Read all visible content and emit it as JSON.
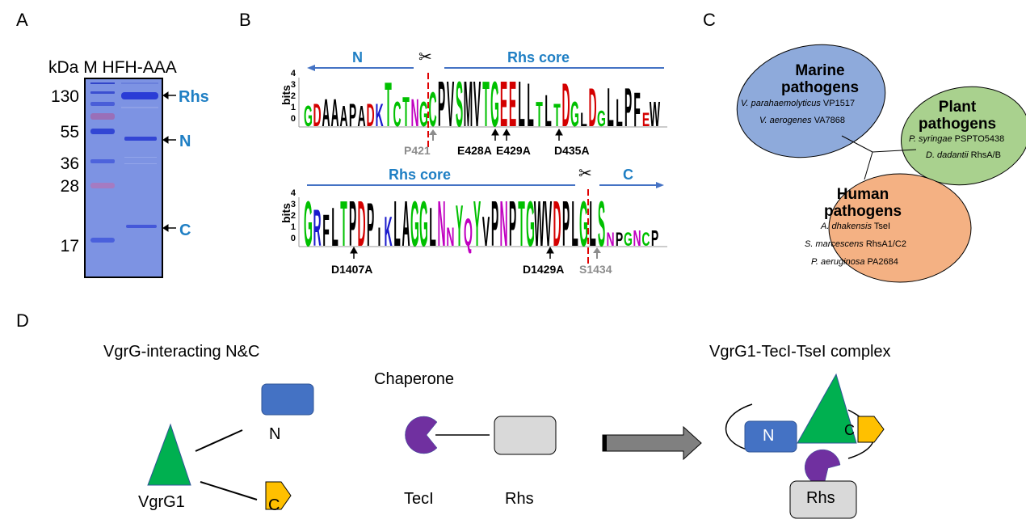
{
  "panels": {
    "A": {
      "letter": "A",
      "header": {
        "kDa": "kDa",
        "marker": "M",
        "sample": "HFH-AAA"
      },
      "marker_sizes": [
        "130",
        "55",
        "36",
        "28",
        "17"
      ],
      "bands": [
        {
          "label": "Rhs"
        },
        {
          "label": "N"
        },
        {
          "label": "C"
        }
      ],
      "colors": {
        "gel": "#7d93e3",
        "band": "#2a3cd6",
        "label": "#1f7fc4"
      }
    },
    "B": {
      "letter": "B",
      "axis_label": "bits",
      "ticks": [
        "4",
        "3",
        "2",
        "1",
        "0"
      ],
      "top_logo": {
        "left_region": "N",
        "right_region": "Rhs core",
        "cleavage_icon": "scissors-icon",
        "sequence": "GDAAAPADKTCTNGCPVSMVTGEELLTLTDGLDGLLPFEW",
        "mutations": [
          {
            "label": "P421",
            "style": "gray"
          },
          {
            "label": "E428A",
            "style": "black"
          },
          {
            "label": "E429A",
            "style": "black"
          },
          {
            "label": "D435A",
            "style": "black"
          }
        ]
      },
      "bottom_logo": {
        "left_region": "Rhs core",
        "right_region": "C",
        "cleavage_icon": "scissors-icon",
        "sequence": "GRFLTPDPIKLAGGLNNYQYVPNPTGWVDPLGLSNPGNCP",
        "mutations": [
          {
            "label": "D1407A",
            "style": "black"
          },
          {
            "label": "D1429A",
            "style": "black"
          },
          {
            "label": "S1434",
            "style": "gray"
          }
        ]
      },
      "residue_colors": {
        "hydrophobic": "#000000",
        "polar": "#00c000",
        "acidic": "#d40000",
        "basic": "#1a1acc",
        "amide": "#c000c0"
      }
    },
    "C": {
      "letter": "C",
      "groups": [
        {
          "title": [
            "Marine",
            "pathogens"
          ],
          "color": "#8eaadb",
          "members": [
            {
              "species": "V. parahaemolyticus",
              "gene": "VP1517"
            },
            {
              "species": "V. aerogenes",
              "gene": "VA7868"
            }
          ]
        },
        {
          "title": [
            "Plant",
            "pathogens"
          ],
          "color": "#a9d18e",
          "members": [
            {
              "species": "P. syringae",
              "gene": "PSPTO5438"
            },
            {
              "species": "D. dadantii",
              "gene": "RhsA/B"
            }
          ]
        },
        {
          "title": [
            "Human",
            "pathogens"
          ],
          "color": "#f4b183",
          "members": [
            {
              "species": "A. dhakensis",
              "gene": "TseI"
            },
            {
              "species": "S. marcescens",
              "gene": "RhsA1/C2"
            },
            {
              "species": "P. aeruginosa",
              "gene": "PA2684"
            }
          ]
        }
      ]
    },
    "D": {
      "letter": "D",
      "left": {
        "title": "VgrG-interacting N&C",
        "vgrg": "VgrG1",
        "n": "N",
        "c": "C"
      },
      "middle": {
        "title": "Chaperone",
        "tecl": "TecI",
        "rhs": "Rhs"
      },
      "right": {
        "title": "VgrG1-TecI-TseI complex",
        "n": "N",
        "c": "C",
        "rhs": "Rhs"
      },
      "colors": {
        "vgrg": "#00b050",
        "n": "#4472c4",
        "c": "#ffc000",
        "tecl": "#7030a0",
        "rhs": "#d9d9d9",
        "arrow": "#808080"
      }
    }
  }
}
